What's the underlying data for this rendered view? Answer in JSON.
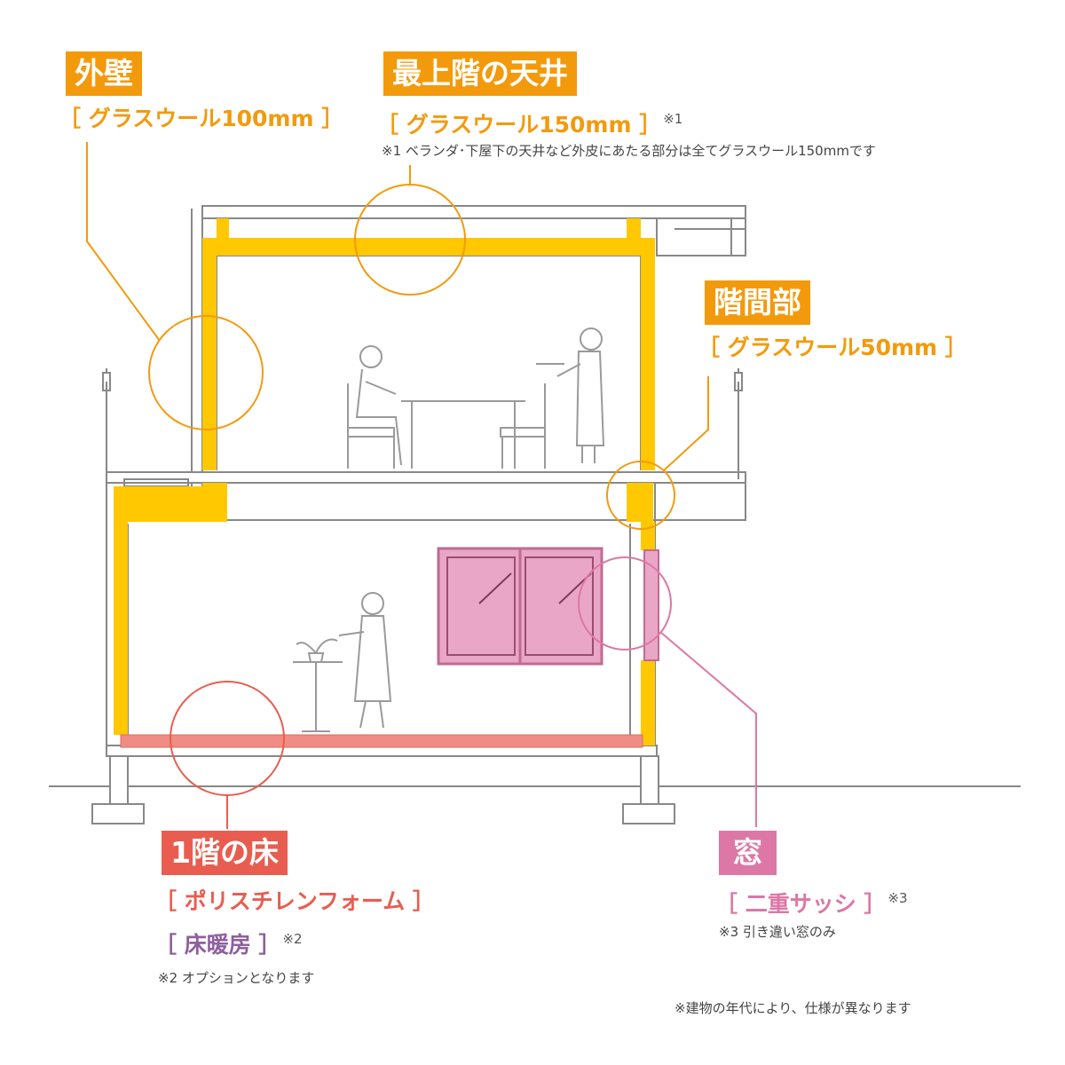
{
  "labels": {
    "exterior_wall": {
      "title": "外壁",
      "spec": "［ グラスウール100mm ］"
    },
    "top_ceiling": {
      "title": "最上階の天井",
      "spec": "［ グラスウール150mm ］",
      "mark": "※1",
      "note": "※1 ベランダ･下屋下の天井など外皮にあたる部分は全てグラスウール150mmです"
    },
    "between_floors": {
      "title": "階間部",
      "spec": "［ グラスウール50mm ］"
    },
    "first_floor": {
      "title": "1階の床",
      "spec": "［ ポリスチレンフォーム ］",
      "option": "［ 床暖房 ］",
      "mark": "※2",
      "note": "※2 オプションとなります"
    },
    "window": {
      "title": "窓",
      "spec": "［ 二重サッシ ］",
      "mark": "※3",
      "note": "※3 引き違い窓のみ"
    }
  },
  "footer_note": "※建物の年代により、仕様が異なります",
  "colors": {
    "insulation": "#ffc800",
    "orange": "#f39a0c",
    "red": "#e85d4f",
    "pink": "#dd77a6",
    "window_glass": "#eaa6c6",
    "floor_foam": "#f08c84",
    "purple": "#8e5f9e",
    "line": "#888888"
  }
}
